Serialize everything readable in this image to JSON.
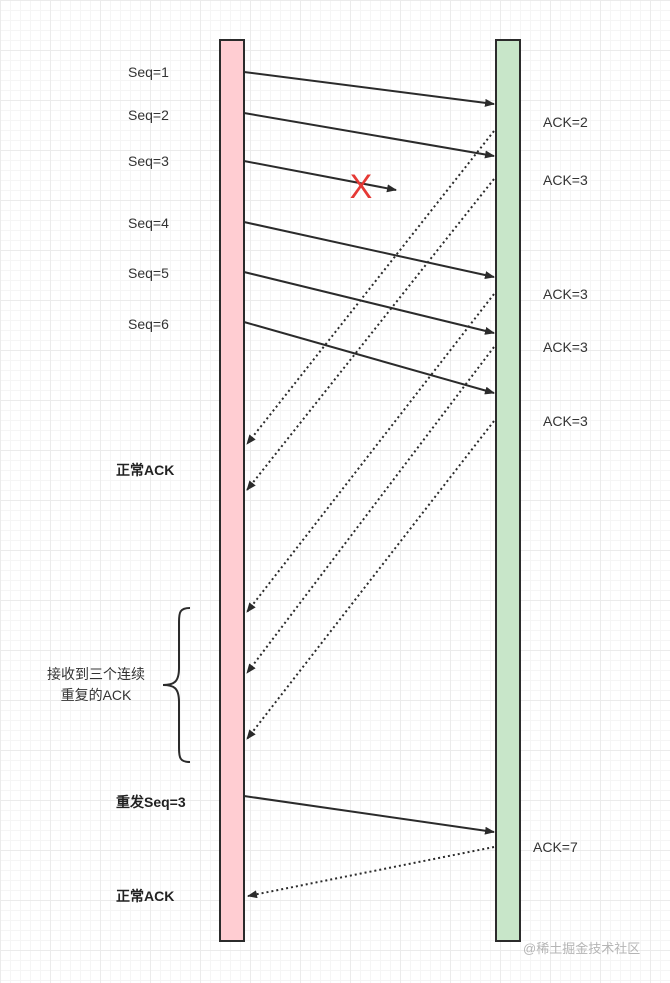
{
  "colors": {
    "sender_fill": "#ffcdd2",
    "receiver_fill": "#c8e6c9",
    "stroke": "#2b2b2b",
    "lost_mark": "#e53935"
  },
  "sender_labels": {
    "seq1": "Seq=1",
    "seq2": "Seq=2",
    "seq3": "Seq=3",
    "seq4": "Seq=4",
    "seq5": "Seq=5",
    "seq6": "Seq=6",
    "normal_ack_1": "正常ACK",
    "triple_dup_line1": "接收到三个连续",
    "triple_dup_line2": "重复的ACK",
    "resend": "重发Seq=3",
    "normal_ack_2": "正常ACK"
  },
  "receiver_labels": {
    "ack1": "ACK=2",
    "ack2": "ACK=3",
    "ack3": "ACK=3",
    "ack4": "ACK=3",
    "ack5": "ACK=3",
    "ack6": "ACK=7"
  },
  "lost_mark": "X",
  "watermark": "@稀土掘金技术社区"
}
